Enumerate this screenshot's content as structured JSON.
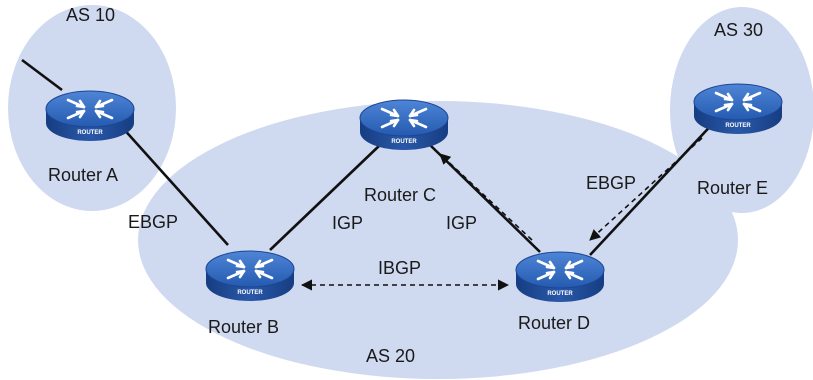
{
  "as_labels": {
    "as10": "AS 10",
    "as20": "AS 20",
    "as30": "AS 30"
  },
  "routers": {
    "a": {
      "label": "Router A",
      "badge": "ROUTER"
    },
    "b": {
      "label": "Router B",
      "badge": "ROUTER"
    },
    "c": {
      "label": "Router C",
      "badge": "ROUTER"
    },
    "d": {
      "label": "Router D",
      "badge": "ROUTER"
    },
    "e": {
      "label": "Router E",
      "badge": "ROUTER"
    }
  },
  "links": {
    "a_b": "EBGP",
    "b_c": "IGP",
    "c_d": "IGP",
    "b_d": "IBGP",
    "d_e": "EBGP"
  },
  "colors": {
    "as_region_fill": "#cfd9f0",
    "router_top": "#2f63b8",
    "router_side": "#1d4592",
    "link": "#111111"
  }
}
